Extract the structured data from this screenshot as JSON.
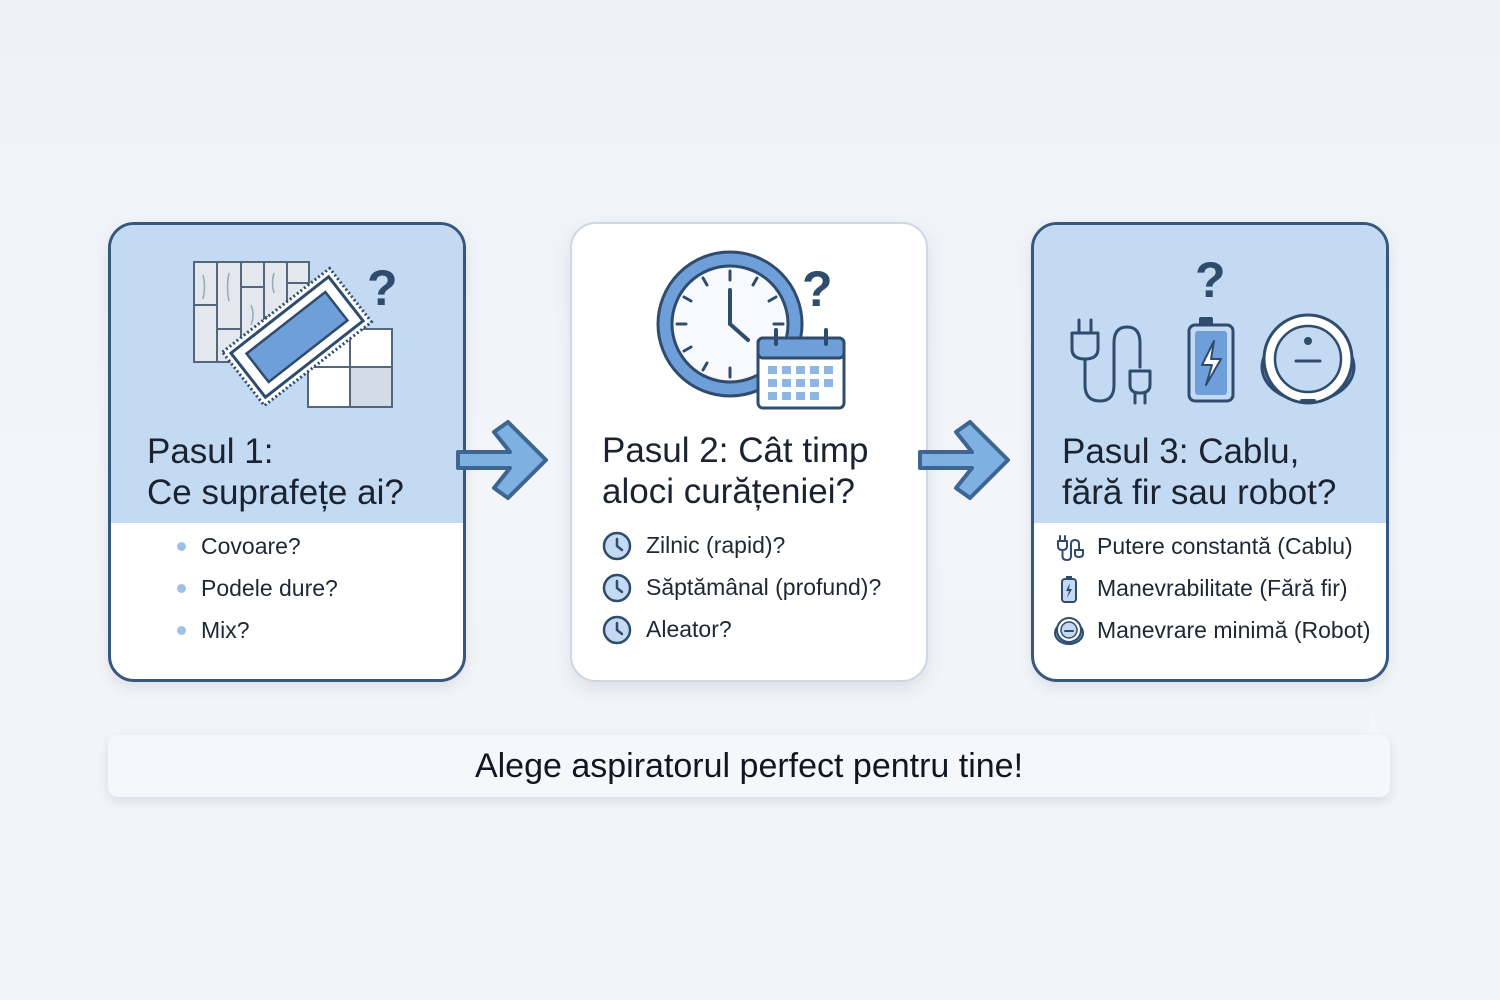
{
  "steps": [
    {
      "title_line1": "Pasul 1:",
      "title_line2": "Ce suprafețe ai?",
      "question_mark": "?",
      "items": [
        "Covoare?",
        "Podele dure?",
        "Mix?"
      ]
    },
    {
      "title_line1": "Pasul 2: Cât timp",
      "title_line2": "aloci curățeniei?",
      "question_mark": "?",
      "items": [
        "Zilnic (rapid)?",
        "Săptămânal (profund)?",
        "Aleator?"
      ]
    },
    {
      "title_line1": "Pasul 3: Cablu,",
      "title_line2": "fără fir sau robot?",
      "question_mark": "?",
      "items": [
        "Putere constantă (Cablu)",
        "Manevrabilitate (Fără fir)",
        "Manevrare minimă (Robot)"
      ]
    }
  ],
  "banner": "Alege aspiratorul perfect pentru tine!",
  "icons": {
    "step1_art": [
      "wood-floor-icon",
      "rug-icon",
      "tile-floor-icon",
      "question-mark-icon"
    ],
    "step1_bullets": "bullet-dot",
    "step2_art": [
      "clock-icon",
      "calendar-icon",
      "question-mark-icon"
    ],
    "step2_bullets": "clock-icon",
    "step3_art": [
      "plug-cable-icon",
      "battery-icon",
      "robot-vacuum-icon",
      "question-mark-icon"
    ],
    "step3_bullets": [
      "plug-icon",
      "battery-icon",
      "robot-vacuum-icon"
    ],
    "connectors": "arrow-right-icon"
  },
  "colors": {
    "card_fill": "#c4daf3",
    "card_border": "#36587f",
    "icon_stroke": "#3d6591",
    "icon_fill": "#6f9fd8",
    "arrow_fill": "#7fb0e2",
    "bullet": "#9fc1e6"
  }
}
